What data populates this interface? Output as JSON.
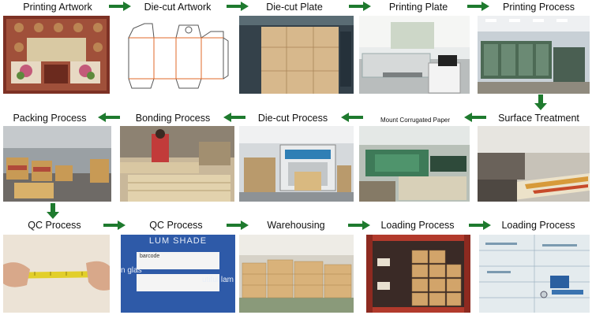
{
  "rows": [
    {
      "row": 1,
      "steps": [
        {
          "label": "Printing Artwork"
        },
        {
          "label": "Die-cut Artwork"
        },
        {
          "label": "Die-cut Plate"
        },
        {
          "label": "Printing Plate"
        },
        {
          "label": "Printing Process"
        }
      ],
      "flow_direction": "left-to-right"
    },
    {
      "row": 2,
      "steps": [
        {
          "label": "Packing Process"
        },
        {
          "label": "Bonding Process"
        },
        {
          "label": "Die-cut Process"
        },
        {
          "label": "Mount Corrugated Paper"
        },
        {
          "label": "Surface Treatment"
        }
      ],
      "flow_direction": "right-to-left"
    },
    {
      "row": 3,
      "steps": [
        {
          "label": "QC Process"
        },
        {
          "label": "QC Process"
        },
        {
          "label": "Warehousing"
        },
        {
          "label": "Loading Process"
        },
        {
          "label": "Loading Process"
        }
      ],
      "flow_direction": "left-to-right"
    }
  ],
  "photo_text": {
    "qc_shade": "LUM  SHADE",
    "qc_glass": "n glas",
    "qc_beautiful": "utiful lam",
    "qc_sticker": "barcode"
  },
  "colors": {
    "arrow": "#1e7a2e",
    "label": "#111111"
  }
}
